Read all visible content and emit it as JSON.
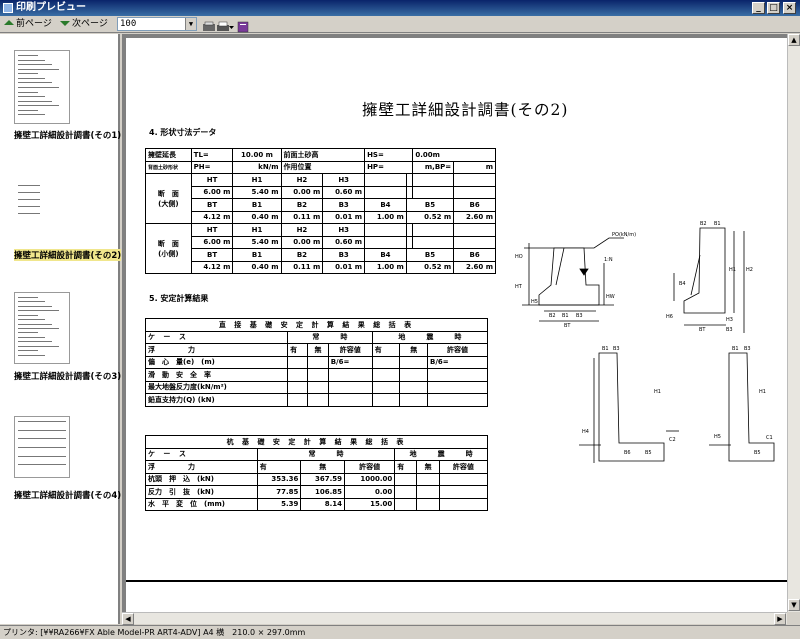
{
  "window": {
    "title": "印刷プレビュー",
    "min": "_",
    "max": "□",
    "close": "×"
  },
  "toolbar": {
    "prev": "前ページ",
    "next": "次ページ",
    "zoom": "100",
    "zoom_dd": "▼",
    "tools": [
      "print-setup-icon",
      "printer-icon",
      "printer-dropdown-icon",
      "book-icon"
    ]
  },
  "thumbnails": [
    {
      "label": "擁壁工詳細設計調書(その1)",
      "selected": false
    },
    {
      "label": "擁壁工詳細設計調書(その2)",
      "selected": true
    },
    {
      "label": "擁壁工詳細設計調書(その3)",
      "selected": false
    },
    {
      "label": "擁壁工詳細設計調書(その4)",
      "selected": false
    }
  ],
  "page": {
    "title": "擁壁工詳細設計調書(その2)",
    "section4": "4. 形状寸法データ",
    "section5": "5. 安定計算結果",
    "shape": {
      "r1": [
        "擁壁延長",
        "TL=",
        "10.00 m",
        "前面土砂高",
        "HS=",
        "0.00m"
      ],
      "r2": [
        "背面土砂形状",
        "PH=",
        "kN/m",
        "作用位置",
        "HP=",
        "m,BP=",
        "m"
      ],
      "large_label": [
        "断　面",
        "(大側)"
      ],
      "small_label": [
        "断　面",
        "(小側)"
      ],
      "hdr1": [
        "HT",
        "H1",
        "H2",
        "H3"
      ],
      "hdr2": [
        "BT",
        "B1",
        "B2",
        "B3",
        "B4",
        "B5",
        "B6"
      ],
      "large_h": [
        "6.00 m",
        "5.40 m",
        "0.00 m",
        "0.60 m"
      ],
      "large_b": [
        "4.12 m",
        "0.40 m",
        "0.11 m",
        "0.01 m",
        "1.00 m",
        "0.52 m",
        "2.60 m"
      ],
      "small_h": [
        "6.00 m",
        "5.40 m",
        "0.00 m",
        "0.60 m"
      ],
      "small_b": [
        "4.12 m",
        "0.40 m",
        "0.11 m",
        "0.01 m",
        "1.00 m",
        "0.52 m",
        "2.60 m"
      ]
    },
    "direct": {
      "title": "直 接 基 礎 安 定 計 算 結 果 総 括 表",
      "case": "ケ ー ス",
      "normal": "常　　　時",
      "quake": "地　　　震　　　時",
      "floor": "浮　　　力",
      "yes": "有",
      "no": "無",
      "allow": "許容値",
      "rows": [
        "偏　心　量(e)　(m)",
        "滑　動　安　全　率",
        "最大地盤反力度(kN/m²)",
        "鉛直支持力(Q) (kN)"
      ],
      "b6a": "B/6=",
      "b6b": "B/6="
    },
    "pile": {
      "title": "杭 基 礎 安 定 計 算 結 果 総 括 表",
      "case": "ケ ー ス",
      "normal": "常　　　時",
      "quake": "地　　　震　　　時",
      "floor": "浮　　　力",
      "yes": "有",
      "no": "無",
      "allow": "許容値",
      "r1": [
        "杭頭　押　込　(kN)",
        "353.36",
        "367.59",
        "1000.00"
      ],
      "r2": [
        "反力　引　抜　(kN)",
        "77.85",
        "106.85",
        "0.00"
      ],
      "r3": [
        "水　平　変　位　(mm)",
        "5.39",
        "8.14",
        "15.00"
      ]
    },
    "diagram": {
      "labels": [
        "PO(kN/m)",
        "1:N",
        "HO",
        "HT",
        "H5",
        "HW",
        "B2",
        "B1",
        "B3",
        "BT",
        "H1",
        "H2",
        "H6",
        "B4",
        "H3",
        "B6",
        "B5",
        "H4",
        "C1",
        "C2",
        "B5"
      ]
    }
  },
  "status": "プリンタ: [¥¥RA266¥FX Able Model-PR ART4-ADV] A4 横　210.0 × 297.0mm"
}
